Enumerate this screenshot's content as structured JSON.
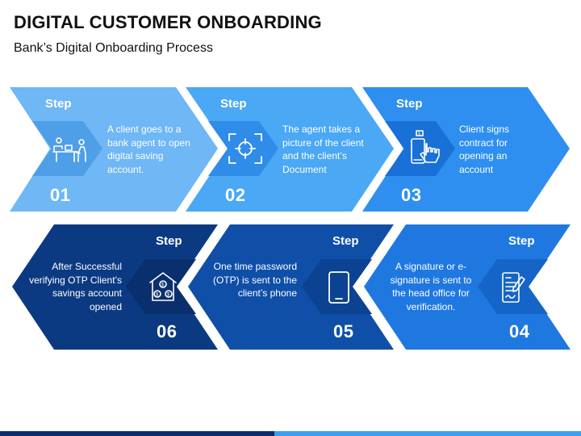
{
  "header": {
    "title": "DIGITAL CUSTOMER ONBOARDING",
    "subtitle": "Bank’s Digital Onboarding Process"
  },
  "steps": [
    {
      "label": "Step",
      "number": "01",
      "description": "A client goes to a bank agent to open digital saving account.",
      "icon": "agent-desk-icon",
      "color": "#6fb7f5"
    },
    {
      "label": "Step",
      "number": "02",
      "description": "The agent takes a picture of the client and the client’s Document",
      "icon": "camera-focus-icon",
      "color": "#4aa8f5"
    },
    {
      "label": "Step",
      "number": "03",
      "description": "Client signs contract for opening an account",
      "icon": "phone-tap-icon",
      "color": "#2e8ff0"
    },
    {
      "label": "Step",
      "number": "04",
      "description": "A signature or e-signature is sent to the head office for verification.",
      "icon": "document-sign-icon",
      "color": "#1f78e0"
    },
    {
      "label": "Step",
      "number": "05",
      "description": "One time password (OTP) is sent to the client’s phone",
      "icon": "smartphone-icon",
      "color": "#0f4fa8"
    },
    {
      "label": "Step",
      "number": "06",
      "description": "After Successful verifying OTP Client’s  savings account opened",
      "icon": "bank-savings-icon",
      "color": "#0b3a82"
    }
  ]
}
